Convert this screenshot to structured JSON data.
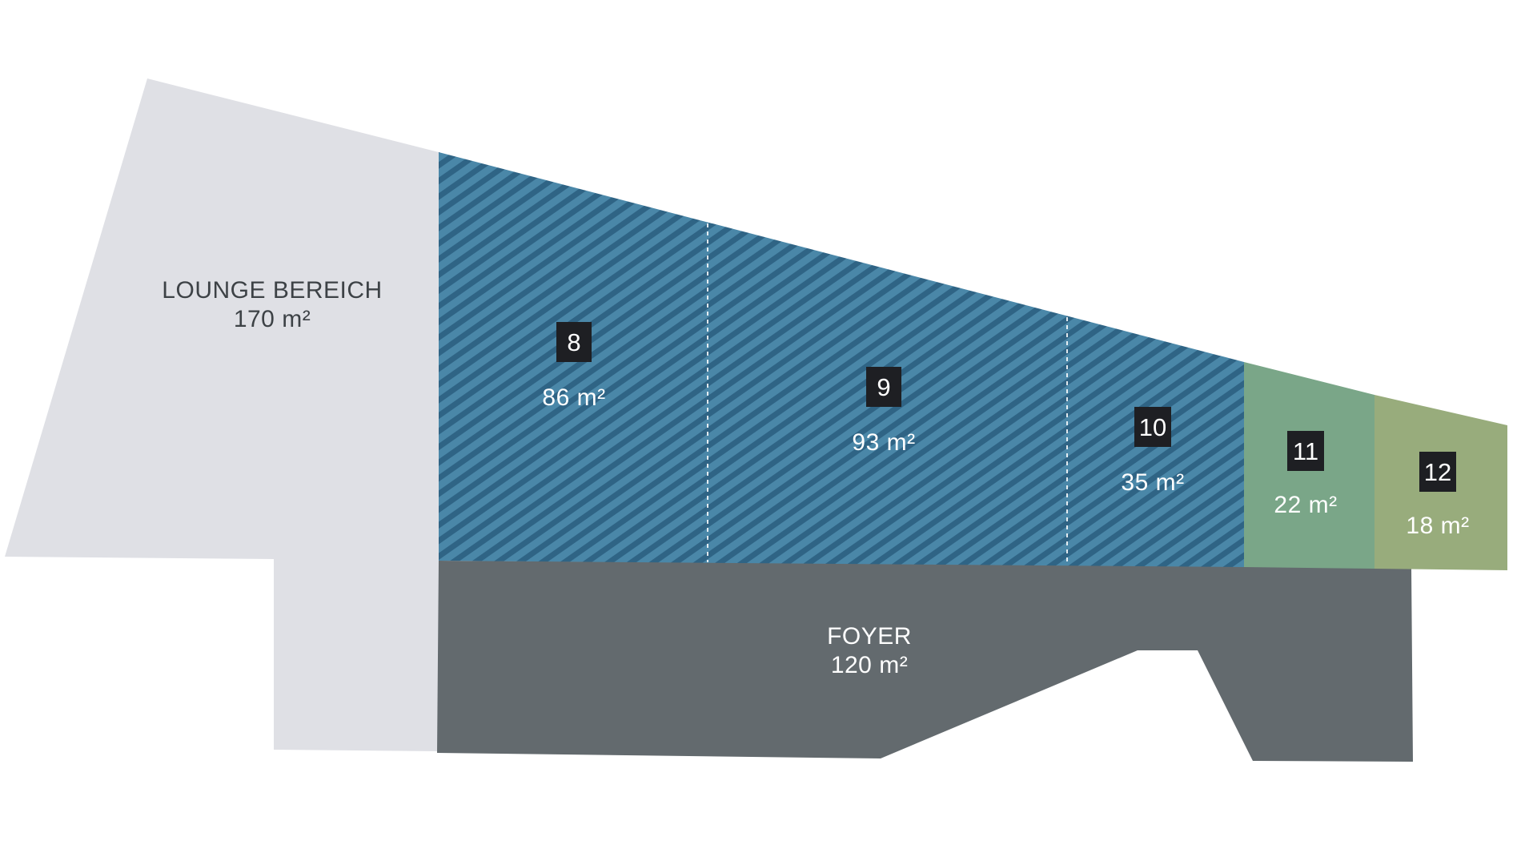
{
  "colors": {
    "background": "#ffffff",
    "lounge": "#dfe0e5",
    "foyer": "#636a6e",
    "meeting_blue": "#4a87a8",
    "meeting_blue_stripe": "#2f6485",
    "room_11": "#7aa688",
    "room_12": "#98ac7c",
    "badge": "#1e1f23",
    "label_dark": "#3d4246",
    "label_light": "#ffffff"
  },
  "rooms": {
    "lounge": {
      "name": "LOUNGE BEREICH",
      "area": "170 m²"
    },
    "foyer": {
      "name": "FOYER",
      "area": "120 m²"
    },
    "room_8": {
      "number": "8",
      "area": "86 m²"
    },
    "room_9": {
      "number": "9",
      "area": "93 m²"
    },
    "room_10": {
      "number": "10",
      "area": "35 m²"
    },
    "room_11": {
      "number": "11",
      "area": "22 m²"
    },
    "room_12": {
      "number": "12",
      "area": "18 m²"
    }
  }
}
